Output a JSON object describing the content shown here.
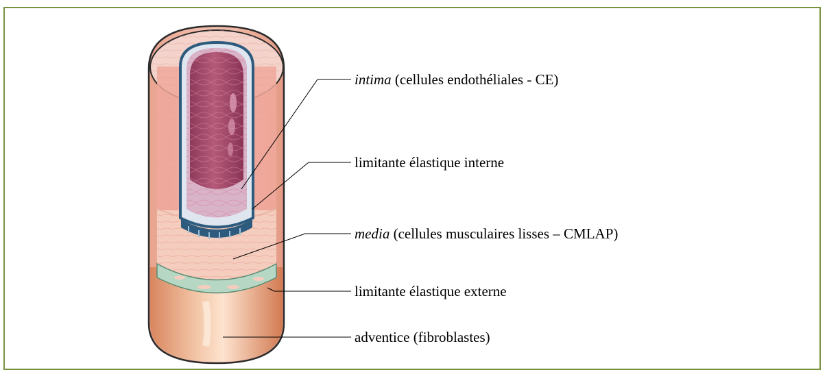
{
  "border_color": "#76923c",
  "labels": {
    "intima_term": "intima",
    "intima_rest": " (cellules endothéliales - CE)",
    "lei": "limitante élastique interne",
    "media_term": "media",
    "media_rest": " (cellules musculaires lisses – CMLAP)",
    "lee": "limitante élastique externe",
    "adventice": "adventice (fibroblastes)"
  }
}
